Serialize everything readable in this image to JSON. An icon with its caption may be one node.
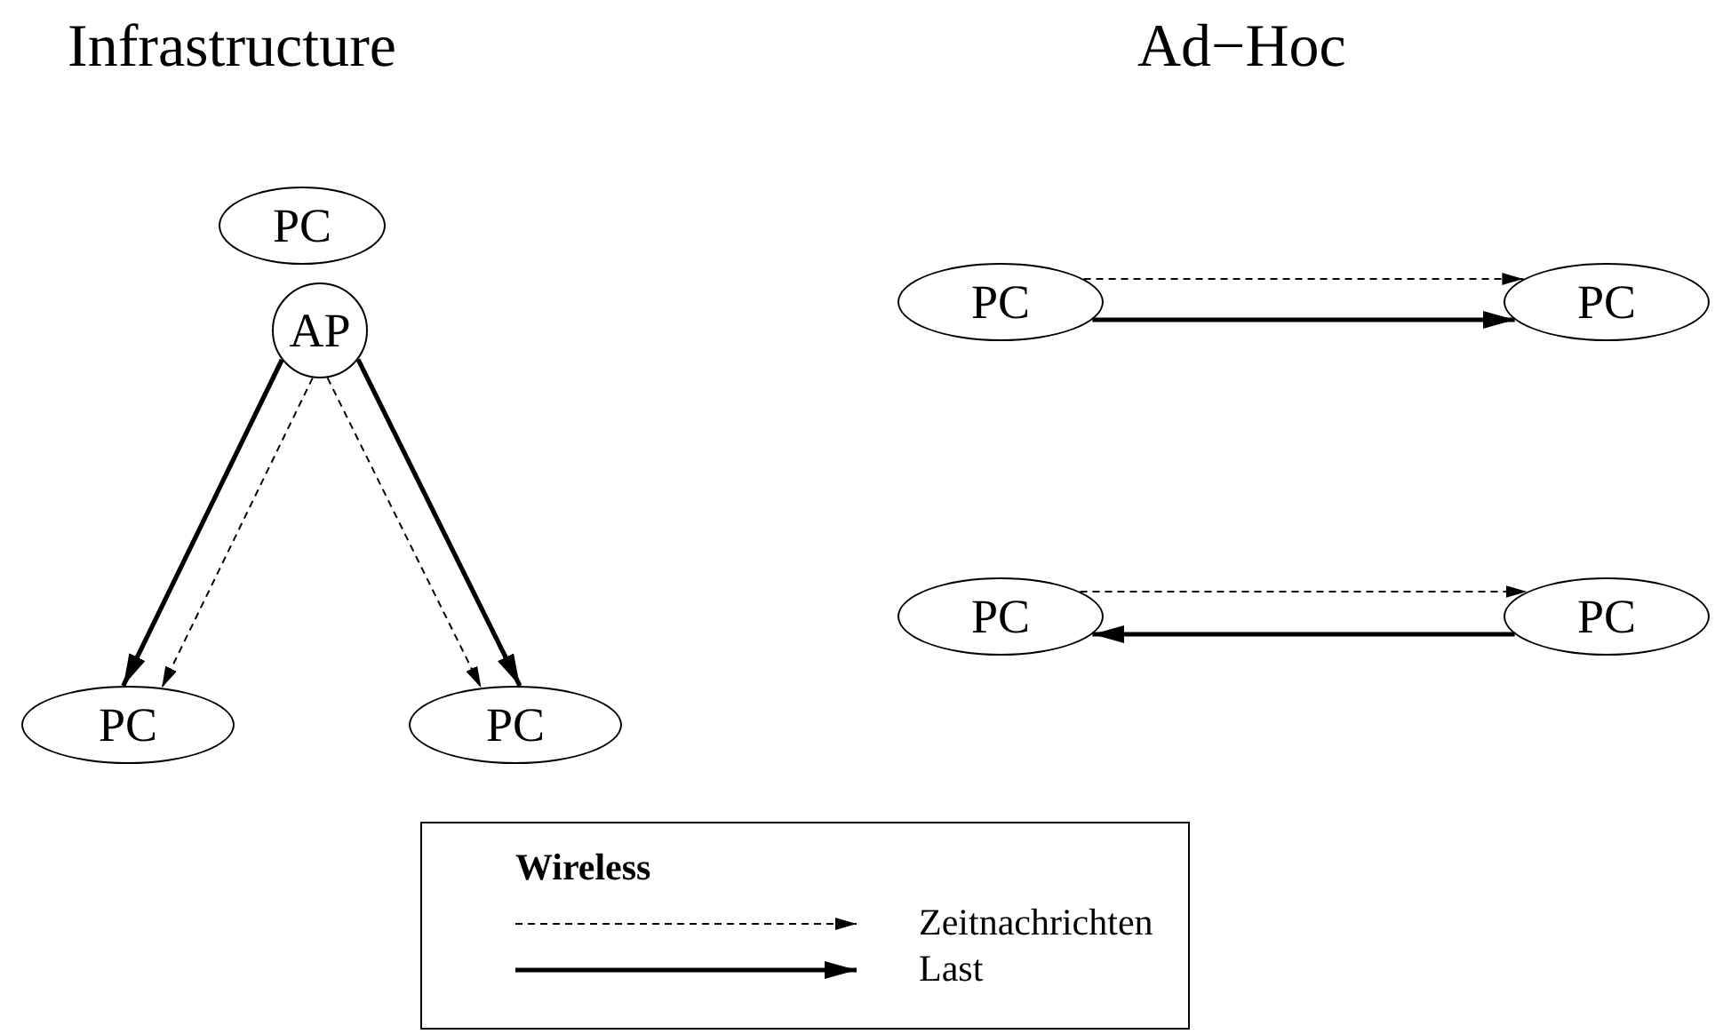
{
  "diagram": {
    "nodes": [
      {
        "text": [
          "PC"
        ]
      },
      {
        "text": [
          "AP"
        ]
      },
      {
        "text": [
          "PC"
        ]
      },
      {
        "text": [
          "PC"
        ]
      },
      {
        "text": [
          "PC"
        ]
      },
      {
        "text": [
          "PC"
        ]
      },
      {
        "text": [
          "PC"
        ]
      },
      {
        "text": [
          "PC"
        ]
      }
    ],
    "edges": [
      {
        "from": 1,
        "to": 2,
        "arrow": "to",
        "style": "thick"
      },
      {
        "from": 1,
        "to": 2,
        "arrow": "to",
        "style": "dashed"
      },
      {
        "from": 1,
        "to": 3,
        "arrow": "to",
        "style": "dashed"
      },
      {
        "from": 1,
        "to": 3,
        "arrow": "to",
        "style": "thick"
      },
      {
        "from": 4,
        "to": 5,
        "arrow": "to",
        "style": "dashed"
      },
      {
        "from": 4,
        "to": 5,
        "arrow": "to",
        "style": "thick"
      },
      {
        "from": 6,
        "to": 7,
        "arrow": "to",
        "style": "dashed"
      },
      {
        "from": 7,
        "to": 6,
        "arrow": "to",
        "style": "thick"
      }
    ],
    "labels": [
      "Infrastructure",
      "Ad−Hoc",
      "Wireless"
    ],
    "legend": [
      {
        "text": "Zeitnachrichten"
      },
      {
        "text": "Last"
      }
    ]
  }
}
